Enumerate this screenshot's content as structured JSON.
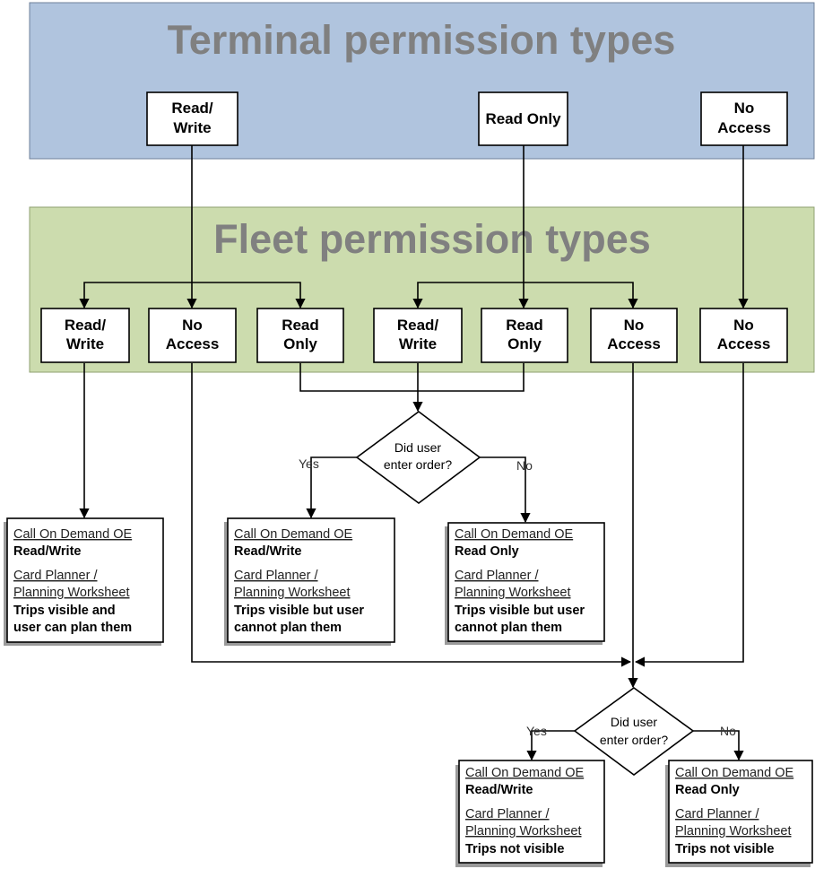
{
  "terminal_band": {
    "title": "Terminal permission types",
    "boxes": [
      "Read/ Write",
      "Read Only",
      "No Access"
    ]
  },
  "fleet_band": {
    "title": "Fleet permission types",
    "boxes": [
      "Read/ Write",
      "No Access",
      "Read Only",
      "Read/ Write",
      "Read Only",
      "No Access",
      "No Access"
    ]
  },
  "decisions": [
    {
      "label": "Did user enter order?",
      "yes": "Yes",
      "no": "No"
    },
    {
      "label": "Did user enter order?",
      "yes": "Yes",
      "no": "No"
    }
  ],
  "results": [
    {
      "oe_title": "Call On Demand OE",
      "oe_value": "Read/Write",
      "planner_title": "Card Planner / Planning Worksheet",
      "planner_value": "Trips visible and user can plan them"
    },
    {
      "oe_title": "Call On Demand OE",
      "oe_value": "Read/Write",
      "planner_title": "Card Planner / Planning Worksheet",
      "planner_value": "Trips visible but user cannot plan them"
    },
    {
      "oe_title": "Call On Demand OE",
      "oe_value": "Read Only",
      "planner_title": "Card Planner / Planning Worksheet",
      "planner_value": "Trips visible but user cannot plan them"
    },
    {
      "oe_title": "Call On Demand OE",
      "oe_value": "Read/Write",
      "planner_title": "Card Planner / Planning Worksheet",
      "planner_value": "Trips not visible"
    },
    {
      "oe_title": "Call On Demand OE",
      "oe_value": "Read Only",
      "planner_title": "Card Planner / Planning Worksheet",
      "planner_value": "Trips not visible"
    }
  ],
  "colors": {
    "terminal_band": "#b0c4de",
    "fleet_band": "#ccdcae",
    "title_text": "#808080"
  }
}
